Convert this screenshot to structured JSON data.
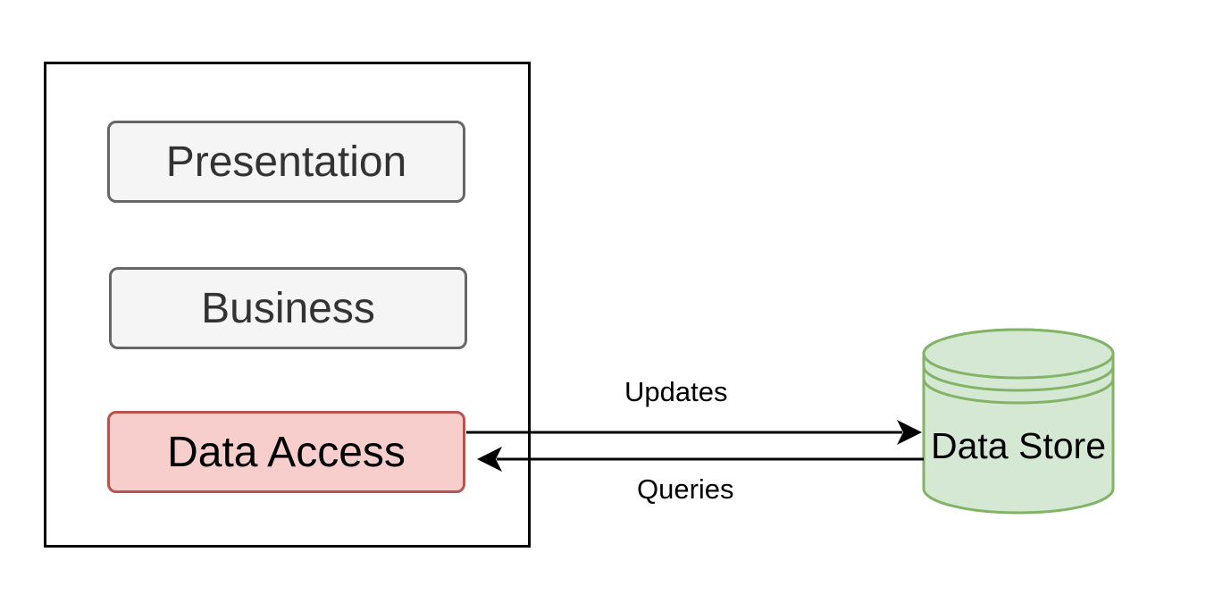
{
  "layers": {
    "presentation": "Presentation",
    "business": "Business",
    "data_access": "Data Access"
  },
  "store": {
    "label": "Data Store"
  },
  "edges": {
    "updates": "Updates",
    "queries": "Queries"
  },
  "colors": {
    "layer_fill": "#f5f5f5",
    "layer_stroke": "#666666",
    "data_access_fill": "#f8cecc",
    "data_access_stroke": "#b85450",
    "store_fill": "#d5e8d4",
    "store_stroke": "#82b366",
    "arrow": "#000000"
  }
}
